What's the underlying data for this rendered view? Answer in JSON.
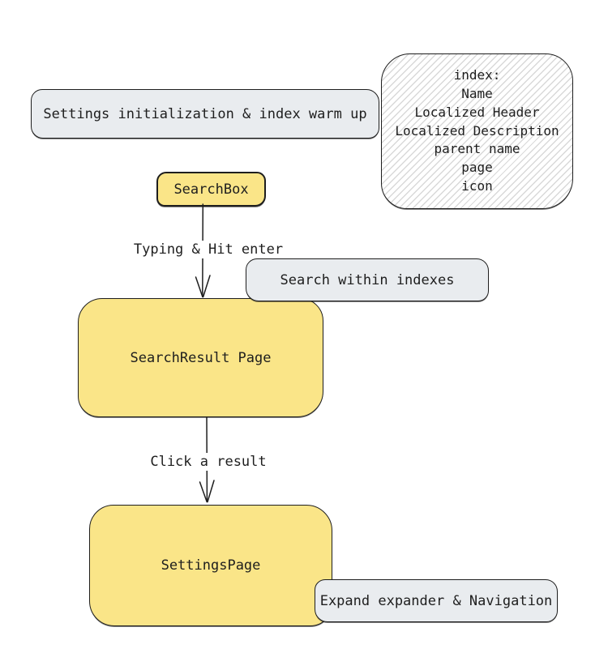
{
  "colors": {
    "yellow_fill": "#fae588",
    "gray_fill": "#e9ecef",
    "stroke": "#1e1e1e",
    "hatch_stroke": "#d9d9d9",
    "canvas_bg": "#ffffff"
  },
  "nodes": {
    "settings_init": {
      "label": "Settings initialization & index warm up"
    },
    "index_card": {
      "lines": [
        "index:",
        "Name",
        "Localized Header",
        "Localized Description",
        "parent name",
        "page",
        "icon"
      ]
    },
    "search_box": {
      "label": "SearchBox"
    },
    "search_within": {
      "label": "Search within indexes"
    },
    "search_result": {
      "label": "SearchResult Page"
    },
    "settings_page": {
      "label": "SettingsPage"
    },
    "expand_nav": {
      "label": "Expand expander & Navigation"
    }
  },
  "edges": {
    "typing": {
      "label": "Typing & Hit enter"
    },
    "click": {
      "label": "Click a result"
    }
  }
}
